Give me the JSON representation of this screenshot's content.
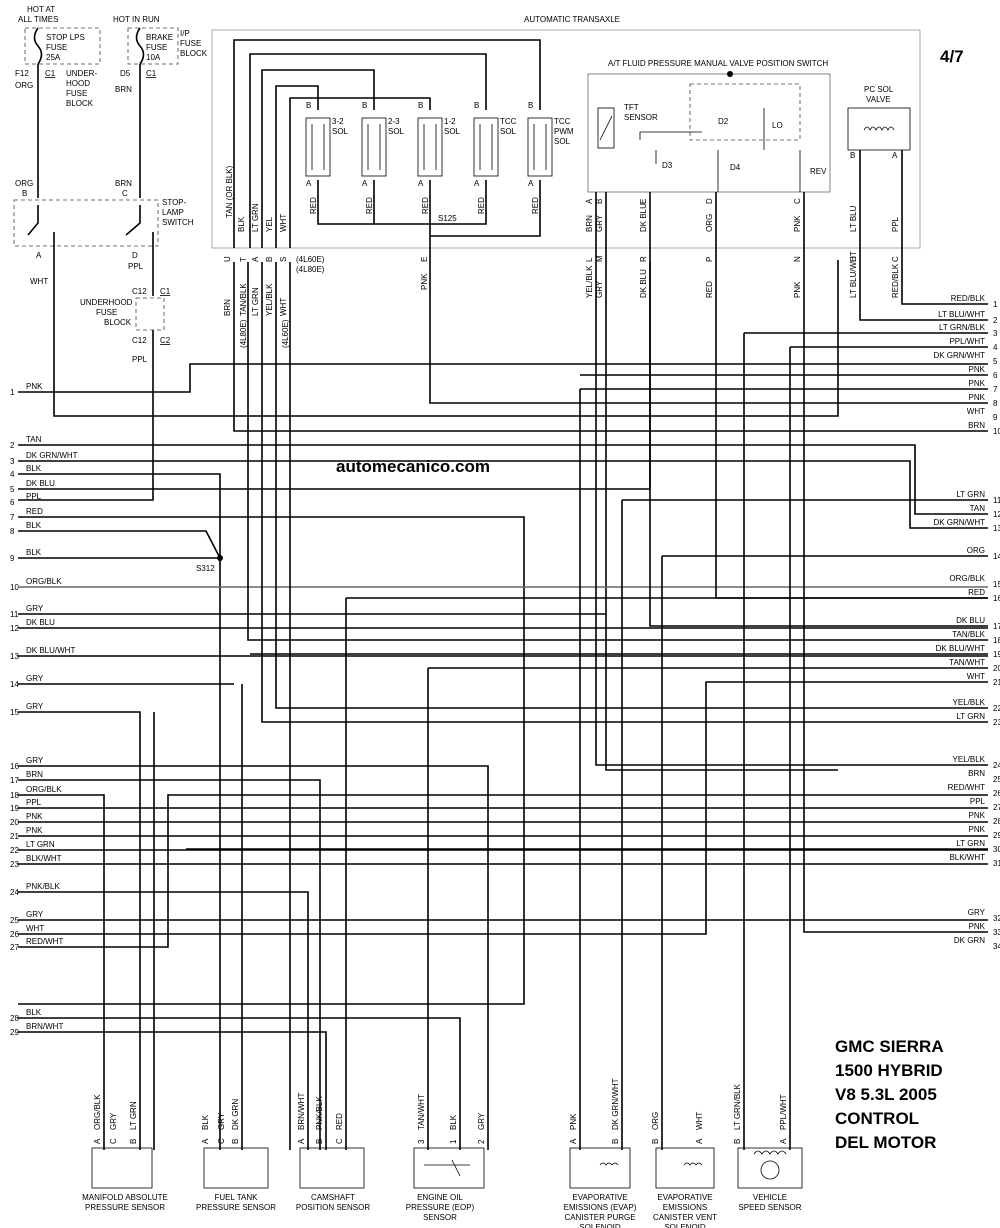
{
  "page_label": "4/7",
  "watermark": "automecanico.com",
  "title_block": [
    "GMC SIERRA",
    "1500 HYBRID",
    "V8 5.3L 2005",
    "CONTROL",
    "DEL MOTOR"
  ],
  "power_top": {
    "hot_all_times": [
      "HOT AT",
      "ALL TIMES"
    ],
    "hot_in_run": "HOT IN RUN",
    "stop_fuse": [
      "STOP LPS",
      "FUSE",
      "25A"
    ],
    "brake_fuse": [
      "BRAKE",
      "FUSE",
      "10A"
    ],
    "ip_fuse_block": [
      "I/P",
      "FUSE",
      "BLOCK"
    ],
    "underhood_block": [
      "UNDER-",
      "HOOD",
      "FUSE",
      "BLOCK"
    ],
    "f12": "F12",
    "c1a": "C1",
    "org": "ORG",
    "d5": "D5",
    "c1b": "C1",
    "brn": "BRN"
  },
  "stop_lamp": {
    "label": [
      "STOP-",
      "LAMP",
      "SWITCH"
    ],
    "org": "ORG",
    "b": "B",
    "brn": "BRN",
    "c": "C",
    "a": "A",
    "d": "D",
    "ppl": "PPL",
    "wht": "WHT"
  },
  "uh_fuse2": {
    "label": [
      "UNDERHOOD",
      "FUSE",
      "BLOCK"
    ],
    "c12a": "C12",
    "c1": "C1",
    "c12b": "C12",
    "c2": "C2",
    "ppl": "PPL"
  },
  "transaxle": {
    "title": "AUTOMATIC TRANSAXLE",
    "valve_switch": "A/T FLUID PRESSURE MANUAL VALVE POSITION SWITCH",
    "tft": [
      "TFT",
      "SENSOR"
    ],
    "gears": [
      "D2",
      "LO",
      "D3",
      "D4",
      "REV"
    ],
    "pc_sol": [
      "PC SOL",
      "VALVE"
    ],
    "solenoids": [
      {
        "name": [
          "3-2",
          "SOL"
        ]
      },
      {
        "name": [
          "2-3",
          "SOL"
        ]
      },
      {
        "name": [
          "1-2",
          "SOL"
        ]
      },
      {
        "name": [
          "TCC",
          "SOL"
        ]
      },
      {
        "name": [
          "TCC",
          "PWM",
          "SOL"
        ]
      }
    ],
    "s125": "S125",
    "pins_top": [
      "B",
      "B",
      "B",
      "B",
      "B"
    ],
    "pins_a": [
      "A",
      "A",
      "A",
      "A",
      "A"
    ],
    "wire_red": "RED",
    "left_wires": [
      "TAN (OR BLK)",
      "BLK",
      "LT GRN",
      "YEL",
      "WHT"
    ],
    "right_wires": [
      {
        "pin": "A",
        "color": "BRN"
      },
      {
        "pin": "B",
        "color": "GRY"
      },
      {
        "pin": "E",
        "color": "DK BLU"
      },
      {
        "pin": "D",
        "color": "ORG"
      },
      {
        "pin": "C",
        "color": "PNK"
      },
      {
        "pin": "B",
        "color": "LT BLU"
      },
      {
        "pin": "A",
        "color": "PPL"
      }
    ]
  },
  "connector_row": {
    "left_pins": [
      "U",
      "T",
      "A",
      "B",
      "S"
    ],
    "l60": "(4L60E)",
    "l80": "(4L80E)",
    "left_colors": [
      "BRN",
      "TAN/BLK",
      "LT GRN",
      "YEL/BLK",
      "WHT"
    ],
    "mark_a": "(4L80E)",
    "mark_b": "(4L60E)",
    "pnk_e": [
      "PNK",
      "E"
    ],
    "right": [
      {
        "color": "YEL/BLK",
        "pin": "L"
      },
      {
        "color": "GRY",
        "pin": "M"
      },
      {
        "color": "DK BLU",
        "pin": "R"
      },
      {
        "color": "RED",
        "pin": "P"
      },
      {
        "color": "PNK",
        "pin": "N"
      },
      {
        "color": "LT BLU/WHT",
        "pin": "D"
      },
      {
        "color": "RED/BLK",
        "pin": "C"
      }
    ]
  },
  "left_pins": [
    {
      "n": "1",
      "c": "PNK"
    },
    {
      "n": "2",
      "c": "TAN"
    },
    {
      "n": "3",
      "c": "DK GRN/WHT"
    },
    {
      "n": "4",
      "c": "BLK"
    },
    {
      "n": "5",
      "c": "DK BLU"
    },
    {
      "n": "6",
      "c": "PPL"
    },
    {
      "n": "7",
      "c": "RED"
    },
    {
      "n": "8",
      "c": "BLK"
    },
    {
      "n": "9",
      "c": "BLK"
    },
    {
      "n": "10",
      "c": "ORG/BLK"
    },
    {
      "n": "11",
      "c": "GRY"
    },
    {
      "n": "12",
      "c": "DK BLU"
    },
    {
      "n": "13",
      "c": "DK BLU/WHT"
    },
    {
      "n": "14",
      "c": "GRY"
    },
    {
      "n": "15",
      "c": "GRY"
    },
    {
      "n": "16",
      "c": "GRY"
    },
    {
      "n": "17",
      "c": "BRN"
    },
    {
      "n": "18",
      "c": "ORG/BLK"
    },
    {
      "n": "19",
      "c": "PPL"
    },
    {
      "n": "20",
      "c": "PNK"
    },
    {
      "n": "21",
      "c": "PNK"
    },
    {
      "n": "22",
      "c": "LT GRN"
    },
    {
      "n": "23",
      "c": "BLK/WHT"
    },
    {
      "n": "24",
      "c": "PNK/BLK"
    },
    {
      "n": "25",
      "c": "GRY"
    },
    {
      "n": "26",
      "c": "WHT"
    },
    {
      "n": "27",
      "c": "RED/WHT"
    },
    {
      "n": "28",
      "c": "BLK"
    },
    {
      "n": "29",
      "c": "BRN/WHT"
    }
  ],
  "right_pins": [
    {
      "n": "1",
      "c": "RED/BLK"
    },
    {
      "n": "2",
      "c": "LT BLU/WHT"
    },
    {
      "n": "3",
      "c": "LT GRN/BLK"
    },
    {
      "n": "4",
      "c": "PPL/WHT"
    },
    {
      "n": "5",
      "c": "DK GRN/WHT"
    },
    {
      "n": "6",
      "c": "PNK"
    },
    {
      "n": "7",
      "c": "PNK"
    },
    {
      "n": "8",
      "c": "PNK"
    },
    {
      "n": "9",
      "c": "WHT"
    },
    {
      "n": "10",
      "c": "BRN"
    },
    {
      "n": "11",
      "c": "LT GRN"
    },
    {
      "n": "12",
      "c": "TAN"
    },
    {
      "n": "13",
      "c": "DK GRN/WHT"
    },
    {
      "n": "14",
      "c": "ORG"
    },
    {
      "n": "15",
      "c": "ORG/BLK"
    },
    {
      "n": "16",
      "c": "RED"
    },
    {
      "n": "17",
      "c": "DK BLU"
    },
    {
      "n": "18",
      "c": "TAN/BLK"
    },
    {
      "n": "19",
      "c": "DK BLU/WHT"
    },
    {
      "n": "20",
      "c": "TAN/WHT"
    },
    {
      "n": "21",
      "c": "WHT"
    },
    {
      "n": "22",
      "c": "YEL/BLK"
    },
    {
      "n": "23",
      "c": "LT GRN"
    },
    {
      "n": "24",
      "c": "YEL/BLK"
    },
    {
      "n": "25",
      "c": "BRN"
    },
    {
      "n": "26",
      "c": "RED/WHT"
    },
    {
      "n": "27",
      "c": "PPL"
    },
    {
      "n": "28",
      "c": "PNK"
    },
    {
      "n": "29",
      "c": "PNK"
    },
    {
      "n": "30",
      "c": "LT GRN"
    },
    {
      "n": "31",
      "c": "BLK/WHT"
    },
    {
      "n": "32",
      "c": "GRY"
    },
    {
      "n": "33",
      "c": "PNK"
    },
    {
      "n": "34",
      "c": "DK GRN"
    }
  ],
  "s312": "S312",
  "sensors": [
    {
      "label": [
        "MANIFOLD ABSOLUTE",
        "PRESSURE SENSOR"
      ],
      "pins": [
        {
          "p": "A",
          "c": "ORG/BLK"
        },
        {
          "p": "C",
          "c": "GRY"
        },
        {
          "p": "B",
          "c": "LT GRN"
        }
      ]
    },
    {
      "label": [
        "FUEL TANK",
        "PRESSURE SENSOR"
      ],
      "pins": [
        {
          "p": "A",
          "c": "BLK"
        },
        {
          "p": "C",
          "c": "GRY"
        },
        {
          "p": "B",
          "c": "DK GRN"
        }
      ]
    },
    {
      "label": [
        "CAMSHAFT",
        "POSITION SENSOR"
      ],
      "pins": [
        {
          "p": "A",
          "c": "BRN/WHT"
        },
        {
          "p": "B",
          "c": "PNK/BLK"
        },
        {
          "p": "C",
          "c": "RED"
        }
      ]
    },
    {
      "label": [
        "ENGINE OIL",
        "PRESSURE (EOP)",
        "SENSOR"
      ],
      "pins": [
        {
          "p": "3",
          "c": "TAN/WHT"
        },
        {
          "p": "1",
          "c": "BLK"
        },
        {
          "p": "2",
          "c": "GRY"
        }
      ]
    },
    {
      "label": [
        "EVAPORATIVE",
        "EMISSIONS (EVAP)",
        "CANISTER PURGE",
        "SOLENOID"
      ],
      "pins": [
        {
          "p": "A",
          "c": "PNK"
        },
        {
          "p": "B",
          "c": "DK GRN/WHT"
        }
      ]
    },
    {
      "label": [
        "EVAPORATIVE",
        "EMISSIONS",
        "CANISTER VENT",
        "SOLENOID"
      ],
      "pins": [
        {
          "p": "B",
          "c": "ORG"
        },
        {
          "p": "A",
          "c": "WHT"
        }
      ]
    },
    {
      "label": [
        "VEHICLE",
        "SPEED SENSOR"
      ],
      "pins": [
        {
          "p": "B",
          "c": "LT GRN/BLK"
        },
        {
          "p": "A",
          "c": "PPL/WHT"
        }
      ]
    }
  ]
}
